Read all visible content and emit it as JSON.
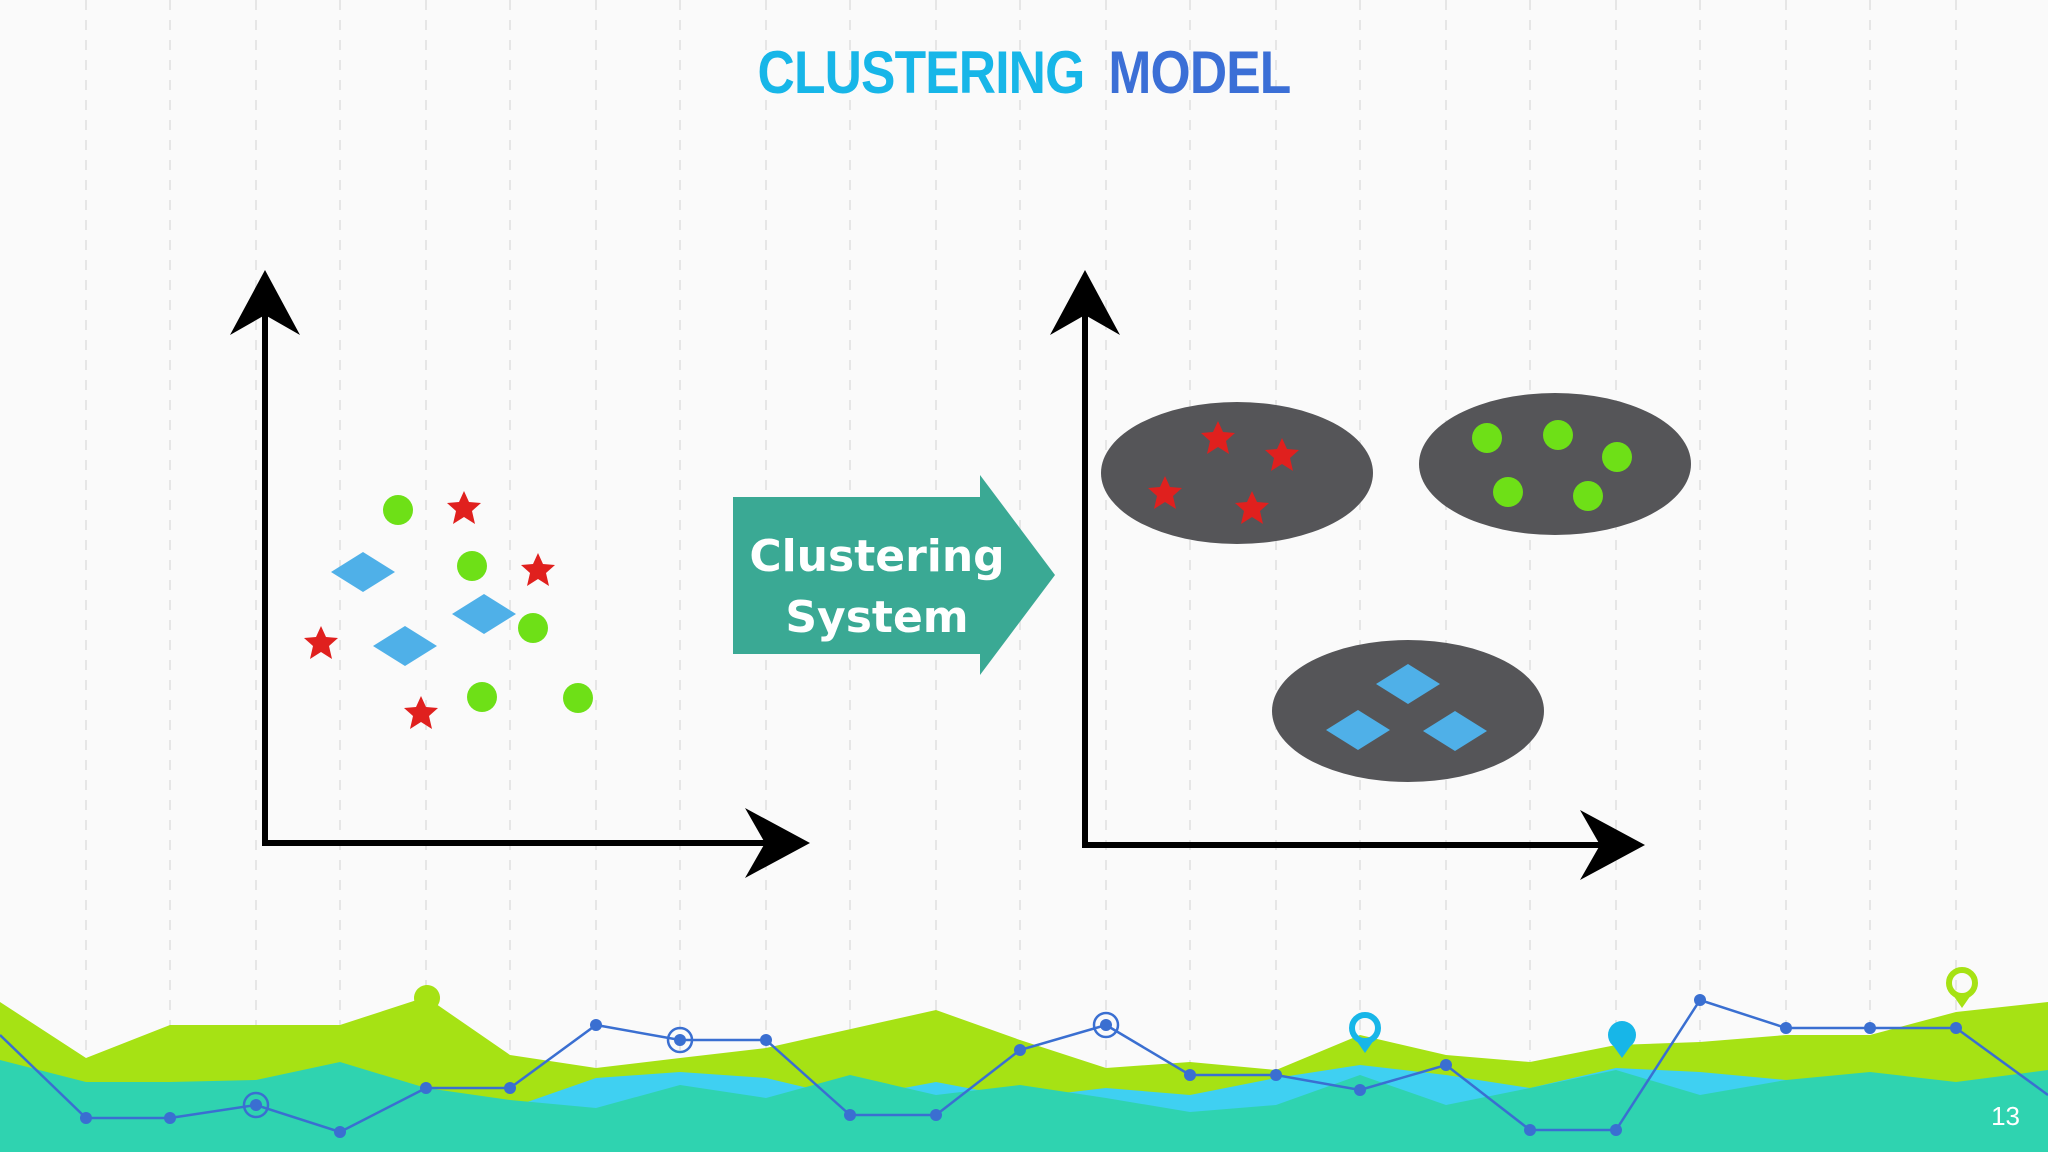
{
  "slide": {
    "title_part1": "CLUSTERING",
    "title_part2": "MODEL",
    "page_number": "13"
  },
  "diagram": {
    "arrow_line1": "Clustering",
    "arrow_line2": "System"
  },
  "colors": {
    "title_cyan": "#17b6e8",
    "title_blue": "#3b6fd6",
    "arrow_teal": "#3aa994",
    "cluster_gray": "#555558",
    "star_red": "#e0201e",
    "dot_green": "#6ee017",
    "diamond_blue": "#4fb0e8",
    "footer_green": "#a6e214",
    "footer_teal": "#2fd3b0",
    "footer_cyan": "#3fd0f2",
    "line_blue": "#3a6fd1"
  }
}
